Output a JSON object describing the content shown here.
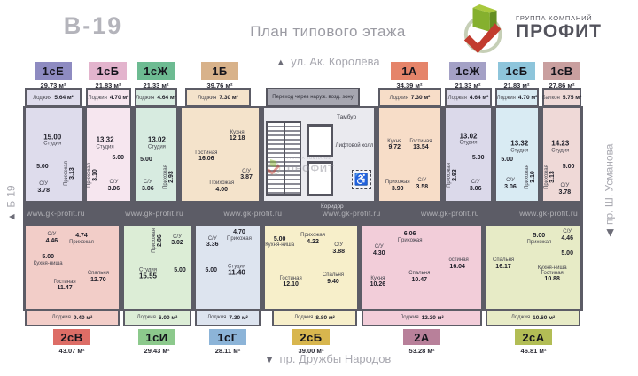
{
  "header": {
    "building_code": "В-19",
    "title": "План типового этажа"
  },
  "logo": {
    "group_line": "ГРУППА КОМПАНИЙ",
    "brand": "ПРОФИТ"
  },
  "streets": {
    "top": "ул. Ак. Королёва",
    "top_arrow": "▲",
    "bottom": "пр. Дружбы Народов",
    "bottom_arrow": "▼",
    "left": "Б-19",
    "left_arrow": "▲",
    "right": "пр. Ш. Усманова",
    "right_arrow": "◀"
  },
  "watermark": {
    "site": "www.gk-profit.ru",
    "brand": "ПРОФИТ",
    "brand_small": "ГРУППА КОМПАНИЙ"
  },
  "core": {
    "passage": "Переход через наруж. возд. зону",
    "tambour": "Тамбур",
    "lift_hall": "Лифтовой холл",
    "corridor": "Коридор",
    "accessible": "♿"
  },
  "colors": {
    "wall": "#5c5c66",
    "core_floor": "#eaeaef"
  },
  "apartments": {
    "top": [
      {
        "type": "1сЕ",
        "total_area": "29.73 м²",
        "badge_color": "#8e8bc1",
        "body_color": "#dedcec",
        "balcony": {
          "name": "Лоджия",
          "area": "5.64 м²"
        },
        "rooms": [
          {
            "name": "Студия",
            "area": "15.00"
          },
          {
            "name": "",
            "area": "5.00"
          },
          {
            "name": "С/У",
            "area": "3.78"
          },
          {
            "name": "Прихожая",
            "area": "3.13"
          }
        ]
      },
      {
        "type": "1сБ",
        "total_area": "21.83 м²",
        "badge_color": "#e3b4cd",
        "body_color": "#f6e6ef",
        "balcony": {
          "name": "Лоджия",
          "area": "4.70 м²"
        },
        "rooms": [
          {
            "name": "Студия",
            "area": "13.32"
          },
          {
            "name": "",
            "area": "5.00"
          },
          {
            "name": "С/У",
            "area": "3.06"
          },
          {
            "name": "Прихожая",
            "area": "3.10"
          }
        ]
      },
      {
        "type": "1сЖ",
        "total_area": "21.33 м²",
        "badge_color": "#6dbb92",
        "body_color": "#d7ebe0",
        "balcony": {
          "name": "Лоджия",
          "area": "4.64 м²"
        },
        "rooms": [
          {
            "name": "Студия",
            "area": "13.02"
          },
          {
            "name": "",
            "area": "5.00"
          },
          {
            "name": "С/У",
            "area": "3.06"
          },
          {
            "name": "Прихожая",
            "area": "2.93"
          }
        ]
      },
      {
        "type": "1Б",
        "total_area": "39.76 м²",
        "badge_color": "#d8b28a",
        "body_color": "#f4e3cb",
        "balcony": {
          "name": "Лоджия",
          "area": "7.30 м²"
        },
        "rooms": [
          {
            "name": "Кухня",
            "area": "12.18"
          },
          {
            "name": "Гостиная",
            "area": "16.06"
          },
          {
            "name": "Прихожая",
            "area": "4.00"
          },
          {
            "name": "С/У",
            "area": "3.87"
          }
        ]
      },
      {
        "type": "1А",
        "total_area": "34.39 м²",
        "badge_color": "#e5846a",
        "body_color": "#f7ddc8",
        "balcony": {
          "name": "Лоджия",
          "area": "7.30 м²"
        },
        "rooms": [
          {
            "name": "Кухня",
            "area": "9.72"
          },
          {
            "name": "Гостиная",
            "area": "13.54"
          },
          {
            "name": "Прихожая",
            "area": "3.90"
          },
          {
            "name": "С/У",
            "area": "3.58"
          }
        ]
      },
      {
        "type": "1сЖ",
        "total_area": "21.33 м²",
        "badge_color": "#a4a1c6",
        "body_color": "#dbd9ea",
        "balcony": {
          "name": "Лоджия",
          "area": "4.64 м²"
        },
        "rooms": [
          {
            "name": "Студия",
            "area": "13.02"
          },
          {
            "name": "",
            "area": "5.00"
          },
          {
            "name": "С/У",
            "area": "3.06"
          },
          {
            "name": "Прихожая",
            "area": "2.93"
          }
        ]
      },
      {
        "type": "1сБ",
        "total_area": "21.83 м²",
        "badge_color": "#8ec5db",
        "body_color": "#d9ebf3",
        "balcony": {
          "name": "Лоджия",
          "area": "4.70 м²"
        },
        "rooms": [
          {
            "name": "Студия",
            "area": "13.32"
          },
          {
            "name": "",
            "area": "5.00"
          },
          {
            "name": "С/У",
            "area": "3.06"
          },
          {
            "name": "Прихожая",
            "area": "3.10"
          }
        ]
      },
      {
        "type": "1сВ",
        "total_area": "27.86 м²",
        "badge_color": "#c99f9f",
        "body_color": "#efd9d7",
        "balcony": {
          "name": "Балкон",
          "area": "5.75 м²"
        },
        "rooms": [
          {
            "name": "Студия",
            "area": "14.23"
          },
          {
            "name": "",
            "area": "5.00"
          },
          {
            "name": "Прихожая",
            "area": "3.13"
          },
          {
            "name": "С/У",
            "area": "3.78"
          }
        ]
      }
    ],
    "bottom": [
      {
        "type": "2сВ",
        "total_area": "43.07 м²",
        "badge_color": "#dd6d66",
        "body_color": "#f2cdc8",
        "balcony": {
          "name": "Лоджия",
          "area": "9.40 м²"
        },
        "rooms": [
          {
            "name": "С/У",
            "area": "4.46"
          },
          {
            "name": "Прихожая",
            "area": "4.74"
          },
          {
            "name": "Кухня-ниша",
            "area": "5.00"
          },
          {
            "name": "Гостиная",
            "area": "11.47"
          },
          {
            "name": "Спальня",
            "area": "12.70"
          }
        ]
      },
      {
        "type": "1сИ",
        "total_area": "29.43 м²",
        "badge_color": "#8cc98c",
        "body_color": "#dcedd6",
        "balcony": {
          "name": "Лоджия",
          "area": "6.00 м²"
        },
        "rooms": [
          {
            "name": "Прихожая",
            "area": "2.86"
          },
          {
            "name": "С/У",
            "area": "3.02"
          },
          {
            "name": "Студия",
            "area": "15.55"
          },
          {
            "name": "",
            "area": "5.00"
          }
        ]
      },
      {
        "type": "1сГ",
        "total_area": "28.11 м²",
        "badge_color": "#8cb4d8",
        "body_color": "#dde4ef",
        "balcony": {
          "name": "Лоджия",
          "area": "7.30 м²"
        },
        "rooms": [
          {
            "name": "Прихожая",
            "area": "4.70"
          },
          {
            "name": "С/У",
            "area": "3.36"
          },
          {
            "name": "Студия",
            "area": "11.40"
          },
          {
            "name": "",
            "area": "5.00"
          }
        ]
      },
      {
        "type": "2сБ",
        "total_area": "39.00 м²",
        "badge_color": "#d8b64e",
        "body_color": "#f7efca",
        "balcony": {
          "name": "Лоджия",
          "area": "8.80 м²"
        },
        "rooms": [
          {
            "name": "Кухня-ниша",
            "area": "5.00"
          },
          {
            "name": "Прихожая",
            "area": "4.22"
          },
          {
            "name": "С/У",
            "area": "3.88"
          },
          {
            "name": "Гостиная",
            "area": "12.10"
          },
          {
            "name": "Спальня",
            "area": "9.40"
          }
        ]
      },
      {
        "type": "2А",
        "total_area": "53.28 м²",
        "badge_color": "#b8809a",
        "body_color": "#f2cdd9",
        "balcony": {
          "name": "Лоджия",
          "area": "12.30 м²"
        },
        "rooms": [
          {
            "name": "Прихожая",
            "area": "6.06"
          },
          {
            "name": "С/У",
            "area": "4.30"
          },
          {
            "name": "Кухня",
            "area": "10.26"
          },
          {
            "name": "Спальня",
            "area": "10.47"
          },
          {
            "name": "Гостиная",
            "area": "16.04"
          }
        ]
      },
      {
        "type": "2сА",
        "total_area": "46.81 м²",
        "badge_color": "#b2bd55",
        "body_color": "#e7ebc6",
        "balcony": {
          "name": "Лоджия",
          "area": "10.60 м²"
        },
        "rooms": [
          {
            "name": "Прихожая",
            "area": "5.00"
          },
          {
            "name": "С/У",
            "area": "4.46"
          },
          {
            "name": "Спальня",
            "area": "16.17"
          },
          {
            "name": "",
            "area": "5.00"
          },
          {
            "name": "Кухня-ниша Гостиная",
            "area": "10.88"
          }
        ]
      }
    ]
  }
}
